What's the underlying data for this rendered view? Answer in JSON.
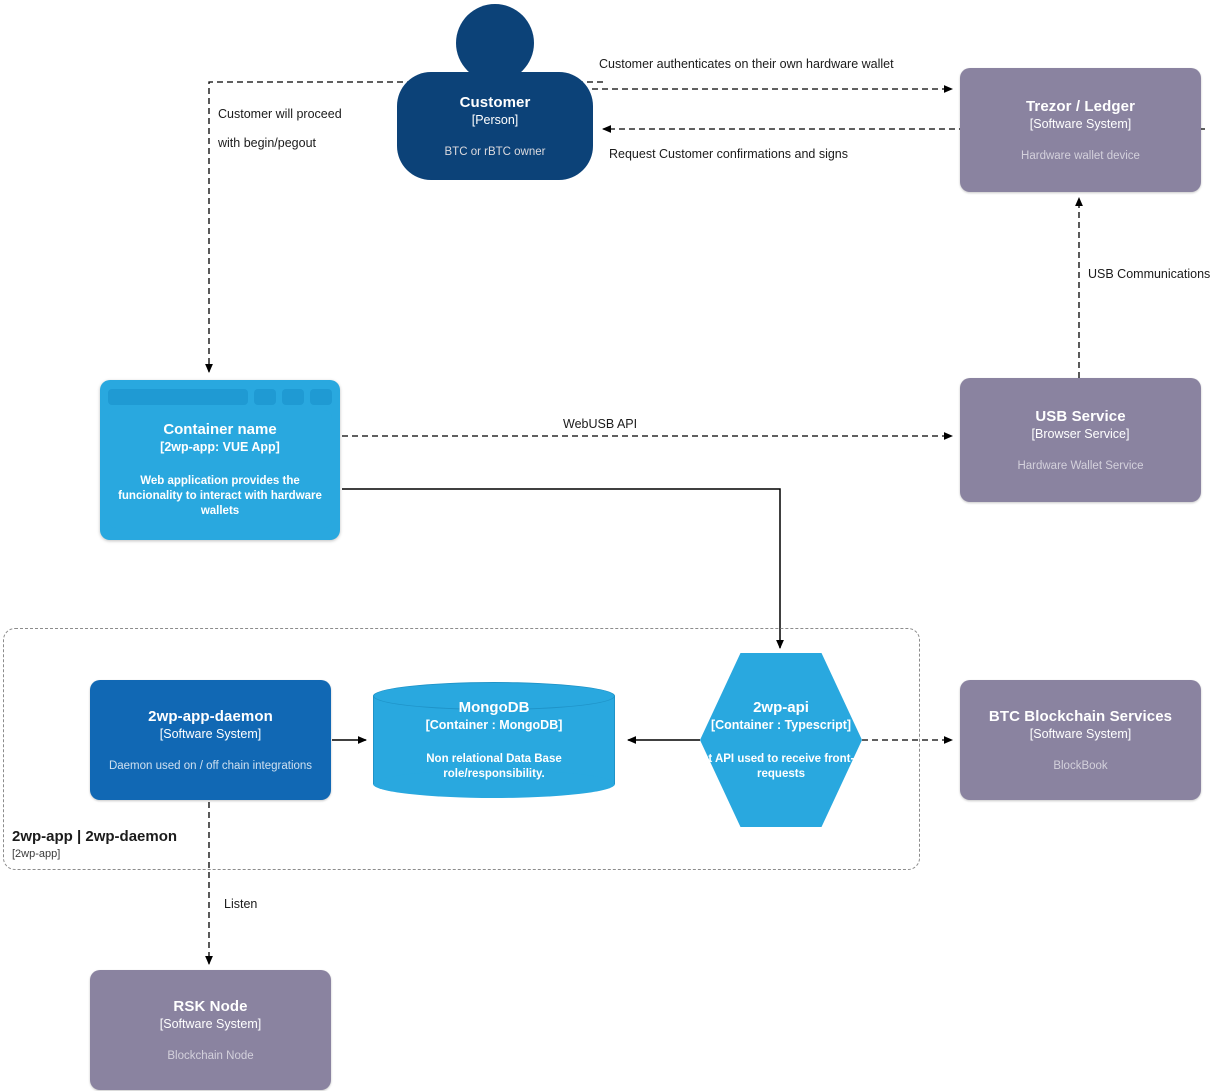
{
  "diagram": {
    "type": "c4-container-diagram",
    "palette": {
      "person": "#0c4278",
      "external_system": "#8a83a0",
      "software_system": "#1168b4",
      "container": "#29a8df",
      "edge": "#000000",
      "boundary": "#8c8c8c",
      "background": "#ffffff"
    }
  },
  "nodes": {
    "customer": {
      "title": "Customer",
      "subtitle": "[Person]",
      "description": "BTC or rBTC owner",
      "shape": "person"
    },
    "trezor_ledger": {
      "title": "Trezor / Ledger",
      "subtitle": "[Software System]",
      "description": "Hardware wallet device",
      "shape": "rounded-box"
    },
    "usb_service": {
      "title": "USB Service",
      "subtitle": "[Browser Service]",
      "description": "Hardware Wallet Service",
      "shape": "rounded-box"
    },
    "vue_app": {
      "title": "Container name",
      "subtitle": "[2wp-app: VUE App]",
      "description": "Web application provides the funcionality to interact with hardware wallets",
      "shape": "browser-window"
    },
    "daemon": {
      "title": "2wp-app-daemon",
      "subtitle": "[Software System]",
      "description": "Daemon used on / off chain integrations",
      "shape": "rounded-box"
    },
    "mongodb": {
      "title": "MongoDB",
      "subtitle": "[Container : MongoDB]",
      "description": "Non relational Data Base role/responsibility.",
      "shape": "cylinder"
    },
    "api": {
      "title": "2wp-api",
      "subtitle": "[Container : Typescript]",
      "description": "Rest API used to receive front-end requests",
      "shape": "hexagon"
    },
    "btc_services": {
      "title": "BTC Blockchain Services",
      "subtitle": "[Software System]",
      "description": "BlockBook",
      "shape": "rounded-box"
    },
    "rsk_node": {
      "title": "RSK Node",
      "subtitle": "[Software System]",
      "description": "Blockchain Node",
      "shape": "rounded-box"
    }
  },
  "boundary": {
    "title": "2wp-app | 2wp-daemon",
    "subtitle": "[2wp-app]"
  },
  "edges": {
    "customer_to_trezor": {
      "label": "Customer authenticates on their own hardware wallet",
      "style": "dashed"
    },
    "trezor_to_customer": {
      "label": "Request Customer confirmations and signs",
      "style": "dashed"
    },
    "customer_to_vue_line1": {
      "label": "Customer will proceed",
      "style": "dashed"
    },
    "customer_to_vue_line2": {
      "label": "with begin/pegout",
      "style": "dashed"
    },
    "usb_to_trezor": {
      "label": "USB Communications",
      "style": "dashed"
    },
    "vue_to_usb": {
      "label": "WebUSB API",
      "style": "dashed"
    },
    "vue_to_api": {
      "label": "",
      "style": "solid"
    },
    "daemon_to_mongo": {
      "label": "",
      "style": "solid"
    },
    "api_to_mongo": {
      "label": "",
      "style": "solid"
    },
    "api_to_btc": {
      "label": "",
      "style": "dashed"
    },
    "daemon_to_rsk": {
      "label": "Listen",
      "style": "dashed"
    }
  }
}
